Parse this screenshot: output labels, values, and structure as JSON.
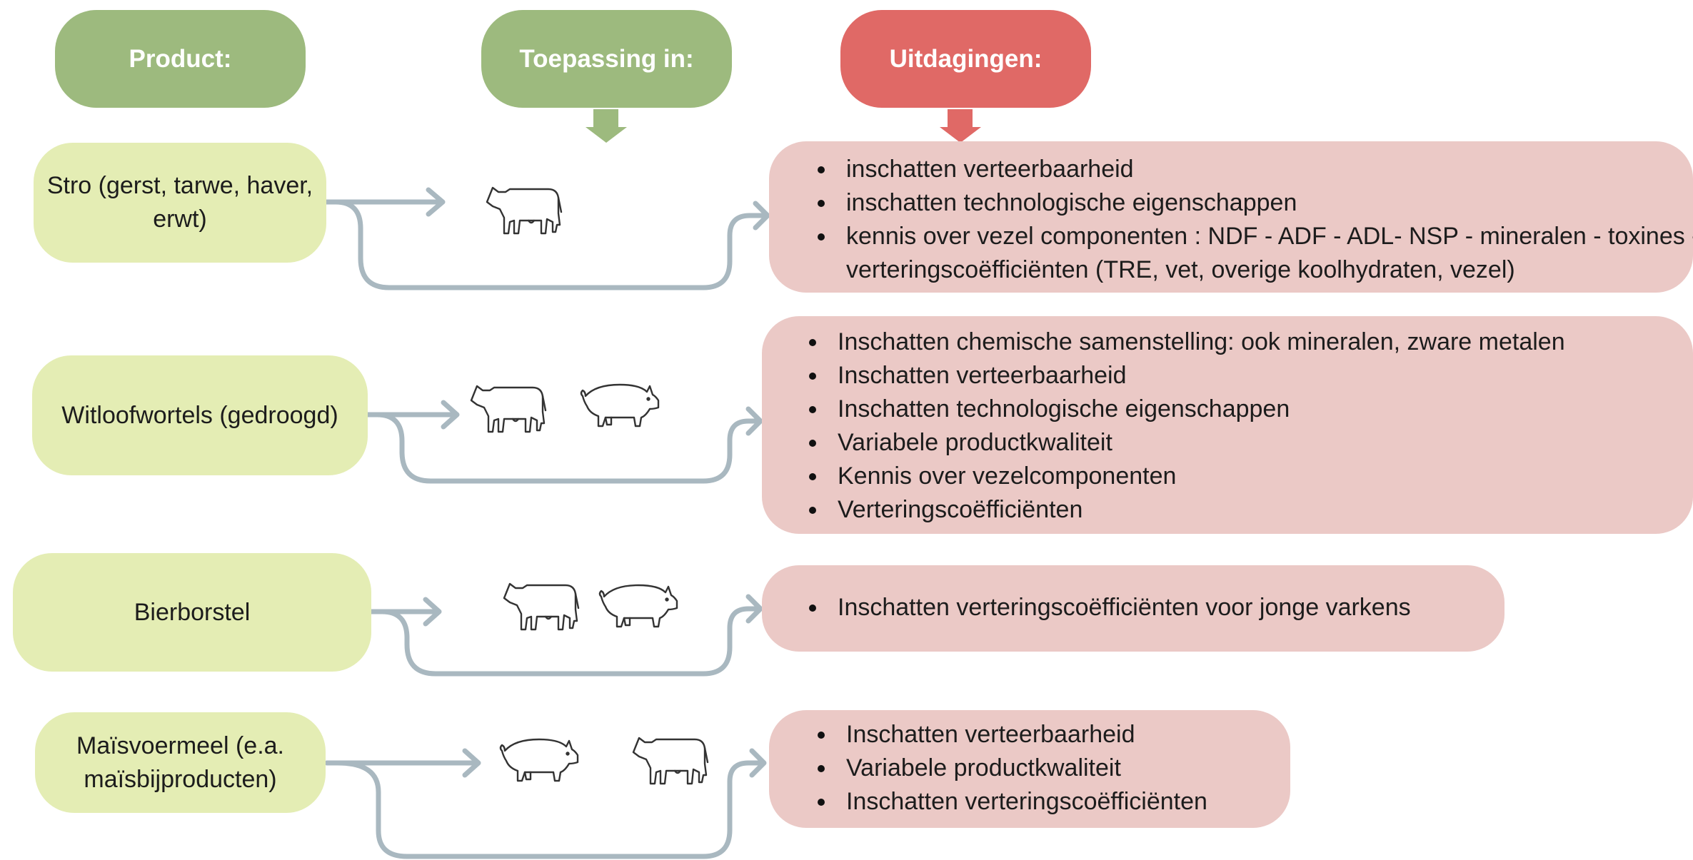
{
  "headers": {
    "product": "Product:",
    "application": "Toepassing in:",
    "challenges": "Uitdagingen:"
  },
  "colors": {
    "header_green": "#9dba7e",
    "header_red": "#e06966",
    "product_fill": "#e4edb4",
    "challenge_fill": "#ebc9c6",
    "connector": "#a9b8c0"
  },
  "rows": [
    {
      "product": [
        "Stro (gerst, tarwe, haver,",
        "erwt)"
      ],
      "animals": [
        "cow-icon"
      ],
      "challenges": [
        "inschatten verteerbaarheid",
        "inschatten technologische eigenschappen",
        "kennis over vezel componenten : NDF - ADF - ADL- NSP - mineralen - toxines -",
        "verteringscoëfficiënten (TRE, vet, overige koolhydraten, vezel)"
      ]
    },
    {
      "product": [
        "Witloofwortels (gedroogd)"
      ],
      "animals": [
        "cow-icon",
        "pig-icon"
      ],
      "challenges": [
        "Inschatten chemische samenstelling: ook mineralen, zware metalen",
        "Inschatten verteerbaarheid",
        "Inschatten technologische eigenschappen",
        "Variabele productkwaliteit",
        "Kennis over vezelcomponenten",
        "Verteringscoëfficiënten"
      ]
    },
    {
      "product": [
        "Bierborstel"
      ],
      "animals": [
        "cow-icon",
        "pig-icon"
      ],
      "challenges": [
        "Inschatten verteringscoëfficiënten voor jonge varkens"
      ]
    },
    {
      "product": [
        "Maïsvoermeel (e.a.",
        "maïsbijproducten)"
      ],
      "animals": [
        "pig-icon",
        "cow-icon"
      ],
      "challenges": [
        "Inschatten verteerbaarheid",
        "Variabele productkwaliteit",
        "Inschatten verteringscoëfficiënten"
      ]
    }
  ]
}
